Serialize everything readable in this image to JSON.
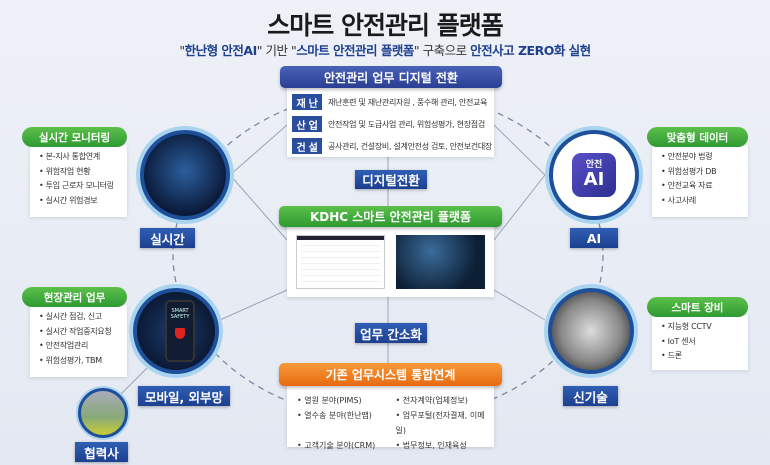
{
  "title": "스마트 안전관리 플랫폼",
  "subtitle": {
    "q1": "\"",
    "b1": "한난형 안전AI",
    "t1": "\" 기반 \"",
    "b2": "스마트 안전관리 플랫폼",
    "t2": "\" 구축으로 ",
    "b3": "안전사고 ZERO화 실현"
  },
  "digital": {
    "header": "안전관리 업무 디지털 전환",
    "rows": [
      {
        "tag": "재 난",
        "text": "재난훈련 및 재난관리자원 , 풍수해 관리, 안전교육"
      },
      {
        "tag": "산 업",
        "text": "안전작업 및 도급사업 관리, 위험성평가, 현장점검"
      },
      {
        "tag": "건 설",
        "text": "공사관리, 건설장비, 설계안전성 검토, 안전보건대장"
      }
    ]
  },
  "label_digital": "디지털전환",
  "platform": {
    "header": "KDHC 스마트 안전관리 플랫폼"
  },
  "label_simplify": "업무 간소화",
  "legacy": {
    "header": "기존 업무시스템 통합연계",
    "items": [
      "열원 분야(PIMS)",
      "전자계약(업체정보)",
      "열수송 분야(한난맵)",
      "업무포털(전자결재, 이메일)",
      "고객기술 분야(CRM)",
      "법무정보, 인재육성"
    ]
  },
  "realtime": {
    "pill": "실시간 모니터링",
    "items": [
      "본-지사 통합연계",
      "위험작업 현황",
      "투입 근로자 모니터링",
      "실시간 위험경보"
    ],
    "label": "실시간"
  },
  "field": {
    "pill": "현장관리 업무",
    "items": [
      "실시간 점검, 신고",
      "실시간 작업중지요청",
      "안전작업관리",
      "위험성평가, TBM"
    ],
    "label": "모바일, 외부망",
    "phone_text": "SMART SAFETY"
  },
  "partner": {
    "label": "협력사"
  },
  "ai": {
    "pill": "맞춤형 데이터",
    "items": [
      "안전분야 법령",
      "위험성평가 DB",
      "안전교육 자료",
      "사고사례"
    ],
    "label": "AI",
    "icon_top": "안전",
    "icon_main": "AI"
  },
  "tech": {
    "pill": "스마트 장비",
    "items": [
      "지능형 CCTV",
      "IoT 센서",
      "드론"
    ],
    "label": "신기술"
  }
}
